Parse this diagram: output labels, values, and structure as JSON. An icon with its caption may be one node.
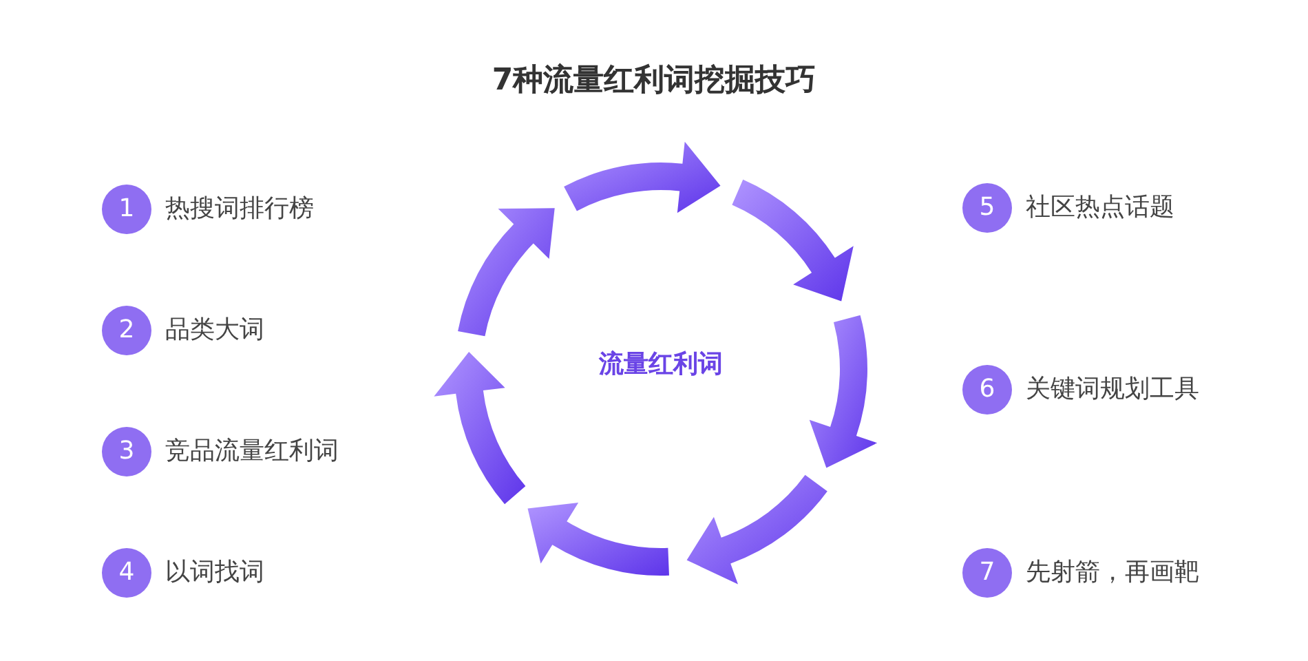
{
  "diagram": {
    "title": "7种流量红利词挖掘技巧",
    "nodes": [
      {
        "text": [
          "1"
        ],
        "beside": [
          "热搜词排行榜"
        ]
      },
      {
        "text": [
          "2"
        ],
        "beside": [
          "品类大词"
        ]
      },
      {
        "text": [
          "3"
        ],
        "beside": [
          "竞品流量红利词"
        ]
      },
      {
        "text": [
          "4"
        ],
        "beside": [
          "以词找词"
        ]
      },
      {
        "text": [
          "5"
        ],
        "beside": [
          "社区热点话题"
        ]
      },
      {
        "text": [
          "6"
        ],
        "beside": [
          "关键词规划工具"
        ]
      },
      {
        "text": [
          "7"
        ],
        "beside": [
          "先射箭，再画靶"
        ]
      }
    ],
    "labels": [
      "流量红利词"
    ]
  }
}
